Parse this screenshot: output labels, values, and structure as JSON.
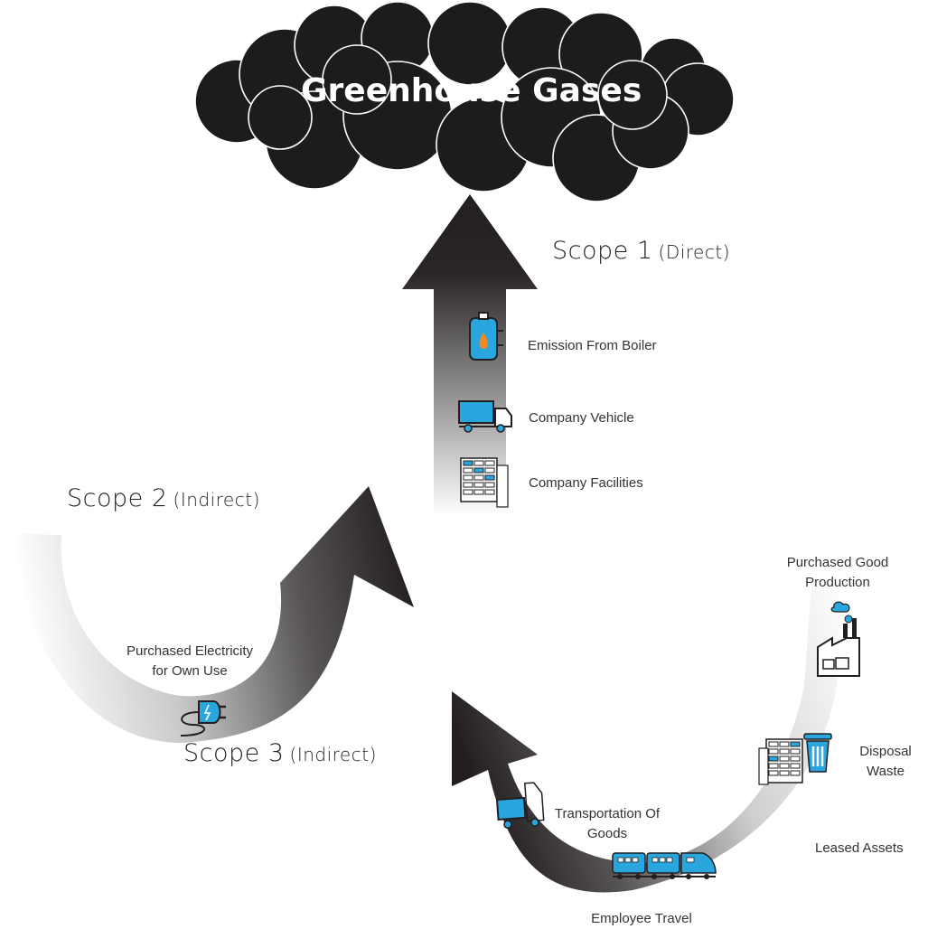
{
  "title": "Greenhouse Gases",
  "colors": {
    "accent": "#2aa6df",
    "dark": "#231f20",
    "cloud": "#1e1b1c"
  },
  "scopes": [
    {
      "name": "Scope 1",
      "qualifier": "(Direct)"
    },
    {
      "name": "Scope 2",
      "qualifier": "(Indirect)"
    },
    {
      "name": "Scope 3",
      "qualifier": "(Indirect)"
    }
  ],
  "scope1_items": [
    {
      "label": "Emission From Boiler",
      "icon": "boiler-icon"
    },
    {
      "label": "Company Vehicle",
      "icon": "truck-icon"
    },
    {
      "label": "Company Facilities",
      "icon": "building-icon"
    }
  ],
  "scope2_items": [
    {
      "label_line1": "Purchased Electricity",
      "label_line2": "for Own Use",
      "icon": "plug-icon"
    }
  ],
  "scope3_items": [
    {
      "label_line1": "Purchased Good",
      "label_line2": "Production",
      "icon": "factory-icon"
    },
    {
      "label_line1": "Disposal",
      "label_line2": "Waste",
      "icon": "trash-icon"
    },
    {
      "label": "Leased Assets",
      "icon": "building-icon"
    },
    {
      "label": "Employee Travel",
      "icon": "train-icon"
    },
    {
      "label_line1": "Transportation Of",
      "label_line2": "Goods",
      "icon": "truck-icon"
    }
  ]
}
